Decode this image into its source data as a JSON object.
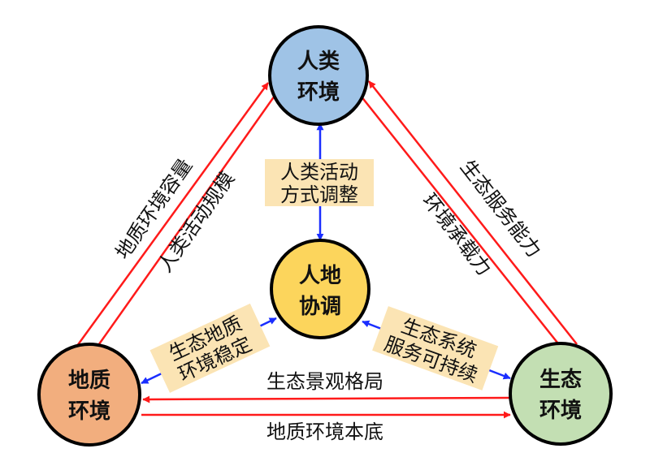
{
  "nodes": {
    "human": {
      "line1": "人类",
      "line2": "环境",
      "color": "#9fc3e6"
    },
    "geo": {
      "line1": "地质",
      "line2": "环境",
      "color": "#f2ae7e"
    },
    "eco": {
      "line1": "生态",
      "line2": "环境",
      "color": "#c3dfb3"
    },
    "harmony": {
      "line1": "人地",
      "line2": "协调",
      "color": "#fcd55c"
    }
  },
  "edges": {
    "geo_to_human": "地质环境容量",
    "human_to_geo": "人类活动规模",
    "eco_to_human": "生态服务能力",
    "human_to_eco": "环境承载力",
    "eco_to_geo": "生态景观格局",
    "geo_to_eco": "地质环境本底"
  },
  "boxes": {
    "top": {
      "line1": "人类活动",
      "line2": "方式调整"
    },
    "left": {
      "line1": "生态地质",
      "line2": "环境稳定"
    },
    "right": {
      "line1": "生态系统",
      "line2": "服务可持续"
    }
  },
  "colors": {
    "outer_arrow": "#ff1a1a",
    "inner_arrow": "#1a2eff",
    "box_fill": "#fbe4b4",
    "circle_stroke": "#000000"
  }
}
